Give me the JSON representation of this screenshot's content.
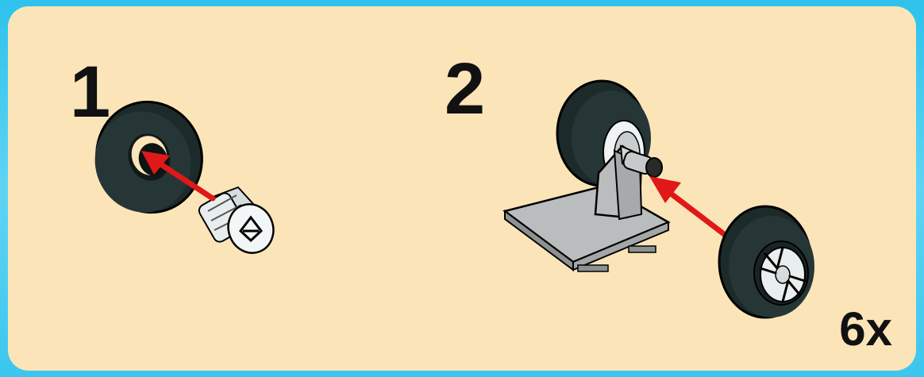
{
  "instructions": {
    "steps": [
      {
        "number": "1"
      },
      {
        "number": "2"
      }
    ],
    "quantity": "6x"
  },
  "colors": {
    "background": "#fbe5b8",
    "frame": "#2ec2ec",
    "arrow": "#e01818",
    "tire": "#1c2a2a",
    "light_gray": "#b9bdbd",
    "hub": "#eef2f2"
  }
}
